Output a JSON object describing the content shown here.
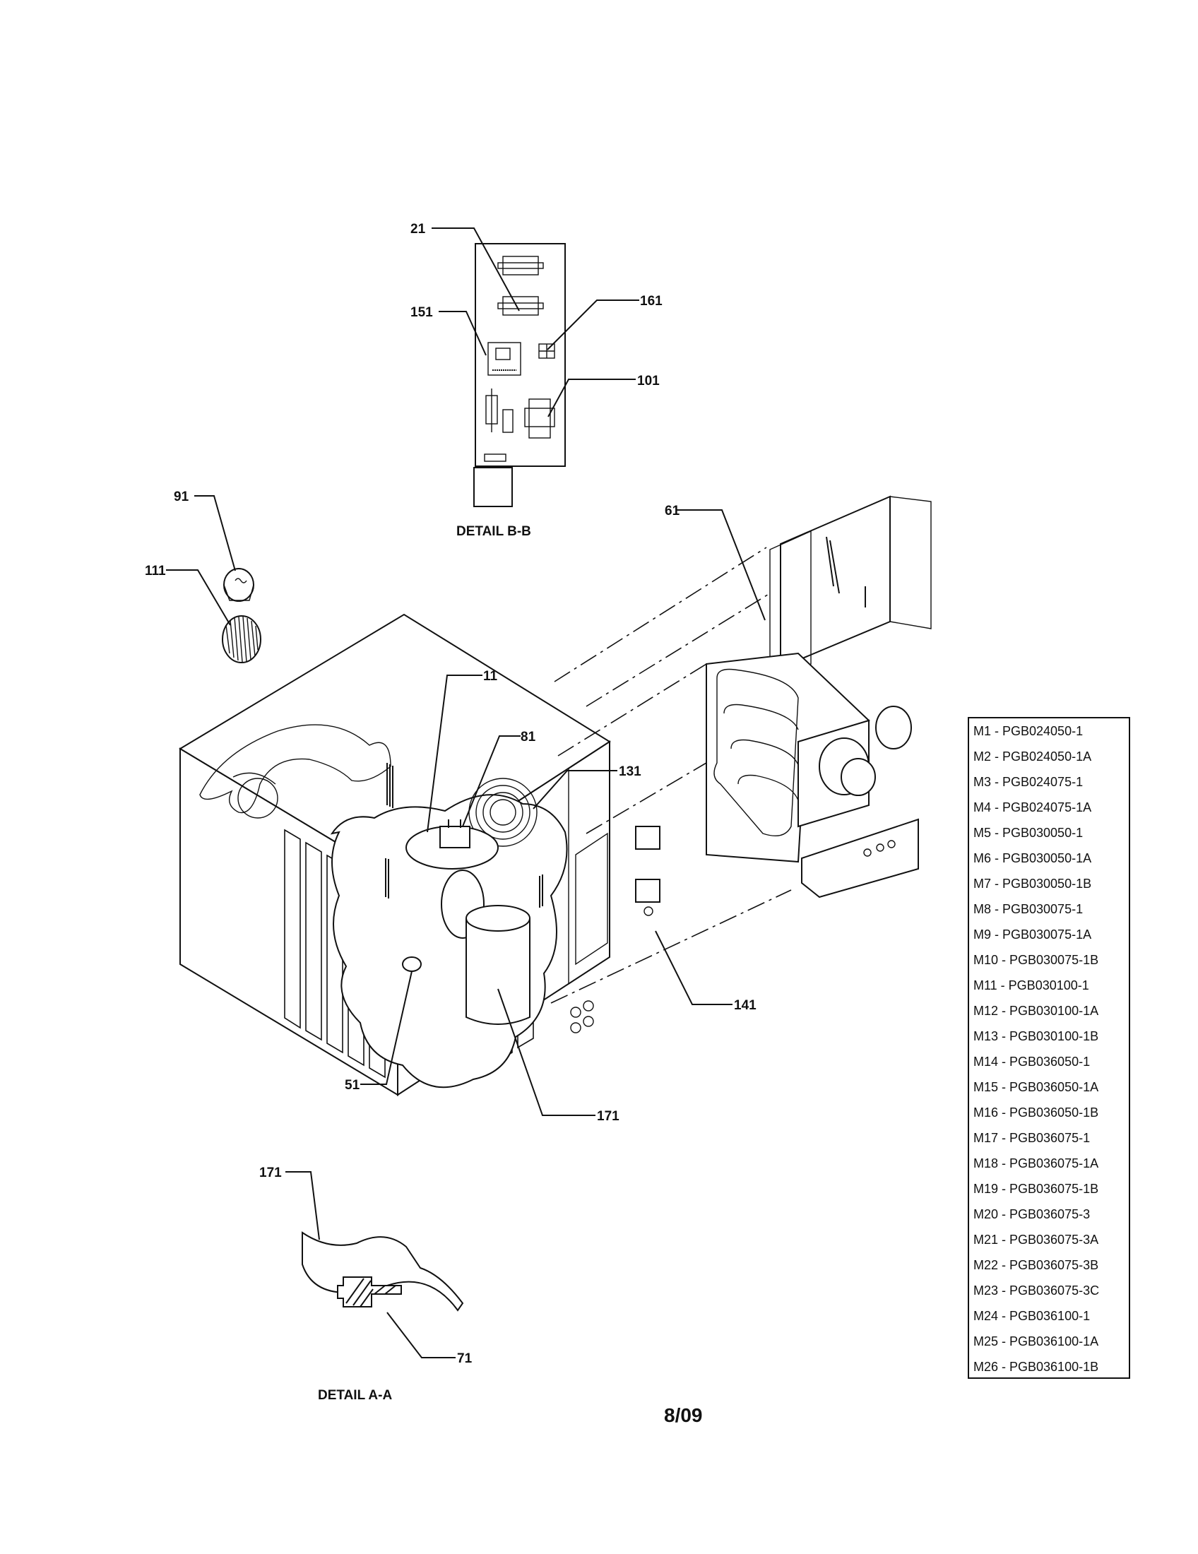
{
  "diagram": {
    "callouts": [
      {
        "id": "c21",
        "label": "21"
      },
      {
        "id": "c151",
        "label": "151"
      },
      {
        "id": "c161",
        "label": "161"
      },
      {
        "id": "c101",
        "label": "101"
      },
      {
        "id": "c91",
        "label": "91"
      },
      {
        "id": "c111",
        "label": "111"
      },
      {
        "id": "c61",
        "label": "61"
      },
      {
        "id": "c11",
        "label": "11"
      },
      {
        "id": "c81",
        "label": "81"
      },
      {
        "id": "c131",
        "label": "131"
      },
      {
        "id": "c141",
        "label": "141"
      },
      {
        "id": "c51",
        "label": "51"
      },
      {
        "id": "c171",
        "label": "171"
      },
      {
        "id": "c171b",
        "label": "171"
      },
      {
        "id": "c71",
        "label": "71"
      }
    ],
    "detail_bb": "DETAIL B-B",
    "detail_aa": "DETAIL A-A",
    "page_number": "8/09"
  },
  "model_list": [
    "M1 - PGB024050-1",
    "M2 - PGB024050-1A",
    "M3 - PGB024075-1",
    "M4 - PGB024075-1A",
    "M5 - PGB030050-1",
    "M6 - PGB030050-1A",
    "M7 - PGB030050-1B",
    "M8 - PGB030075-1",
    "M9 - PGB030075-1A",
    "M10 - PGB030075-1B",
    "M11 - PGB030100-1",
    "M12 - PGB030100-1A",
    "M13 - PGB030100-1B",
    "M14 - PGB036050-1",
    "M15 - PGB036050-1A",
    "M16 - PGB036050-1B",
    "M17 - PGB036075-1",
    "M18 - PGB036075-1A",
    "M19 - PGB036075-1B",
    "M20 - PGB036075-3",
    "M21 - PGB036075-3A",
    "M22 - PGB036075-3B",
    "M23 - PGB036075-3C",
    "M24 - PGB036100-1",
    "M25 - PGB036100-1A",
    "M26 - PGB036100-1B"
  ]
}
